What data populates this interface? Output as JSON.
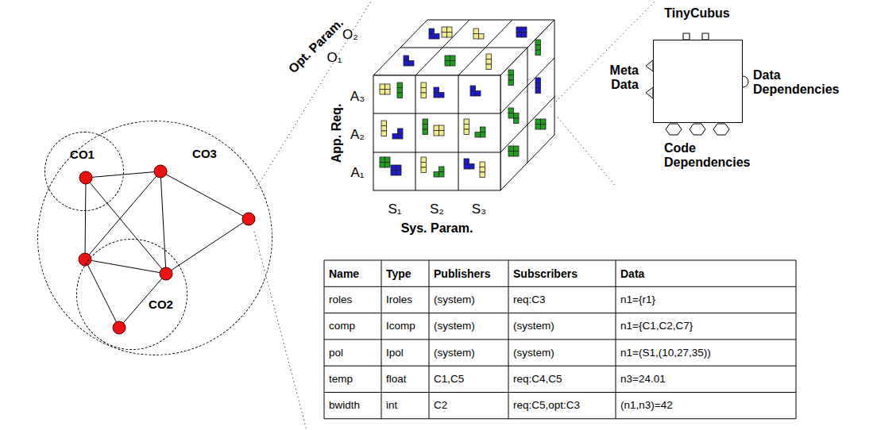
{
  "diagram": {
    "nodes": [
      {
        "text": [
          "CO3"
        ]
      },
      {
        "text": [
          "CO1"
        ],
        "in": 0
      },
      {
        "text": [
          "CO2"
        ],
        "in": 0
      },
      {
        "text": [
          "TinyCubus"
        ]
      }
    ],
    "labels": [
      "Opt. Param.",
      "O₂",
      "O₁",
      "A₃",
      "A₂",
      "A₁",
      "App. Req.",
      "S₁",
      "S₂",
      "S₃",
      "Sys. Param.",
      "Meta Data",
      "Data Dependencies",
      "Code Dependencies",
      "Name",
      "Type",
      "Publishers",
      "Subscribers",
      "Data",
      "roles",
      "Iroles",
      "(system)",
      "req:C3",
      "n1={r1}",
      "comp",
      "Icomp",
      "(system)",
      "(system)",
      "n1={C1,C2,C7}",
      "pol",
      "Ipol",
      "(system)",
      "(system)",
      "n1=(S1,(10,27,35))",
      "temp",
      "float",
      "C1,C5",
      "req:C4,C5",
      "n3=24.01",
      "bwidth",
      "int",
      "C2",
      "req:C5,opt:C3",
      "(n1,n3)=42"
    ]
  }
}
